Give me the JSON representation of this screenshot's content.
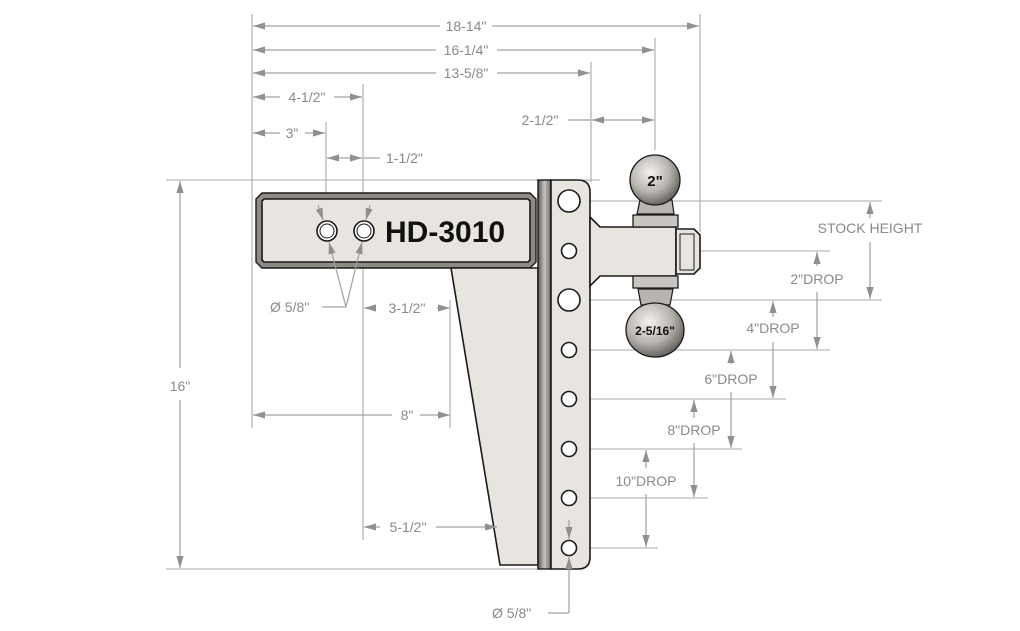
{
  "model_label": "HD-3010",
  "dimensions": {
    "overall_length": "18-14\"",
    "length_to_top_ball": "16-1/4\"",
    "length_to_receiver": "13-5/8\"",
    "pin_hole_2_offset": "4-1/2\"",
    "pin_hole_1_offset": "3\"",
    "pin_hole_spacing": "1-1/2\"",
    "shank_extension": "2-1/2\"",
    "pin_hole_diameter": "Ø 5/8\"",
    "gusset_top": "3-1/2\"",
    "shank_to_gusset": "8\"",
    "gusset_bottom": "5-1/2\"",
    "overall_height": "16\"",
    "bottom_hole_diameter": "Ø 5/8\""
  },
  "height_labels": {
    "stock_height": "STOCK HEIGHT",
    "drop_2": "2\"DROP",
    "drop_4": "4\"DROP",
    "drop_6": "6\"DROP",
    "drop_8": "8\"DROP",
    "drop_10": "10\"DROP"
  },
  "balls": {
    "top": "2\"",
    "bottom": "2-5/16\""
  },
  "colors": {
    "steel": "#e8e4e0",
    "outline": "#1a1a1a",
    "dimension_line": "#a0a0a0",
    "dimension_text": "#8a8a8a"
  }
}
